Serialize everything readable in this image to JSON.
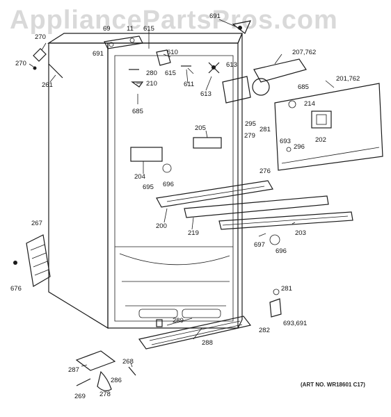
{
  "watermark": "AppliancePartsPros.com",
  "art_no": "(ART NO. WR18601 C17)",
  "labels": [
    {
      "id": "691a",
      "text": "691"
    },
    {
      "id": "270a",
      "text": "270"
    },
    {
      "id": "270b",
      "text": "270"
    },
    {
      "id": "69",
      "text": "69"
    },
    {
      "id": "11",
      "text": "11"
    },
    {
      "id": "615a",
      "text": "615"
    },
    {
      "id": "691b",
      "text": "691"
    },
    {
      "id": "610",
      "text": "610"
    },
    {
      "id": "207",
      "text": "207,762"
    },
    {
      "id": "261",
      "text": "261"
    },
    {
      "id": "280",
      "text": "280"
    },
    {
      "id": "615b",
      "text": "615"
    },
    {
      "id": "613a",
      "text": "613"
    },
    {
      "id": "201",
      "text": "201,762"
    },
    {
      "id": "210",
      "text": "210"
    },
    {
      "id": "611",
      "text": "611"
    },
    {
      "id": "613b",
      "text": "613"
    },
    {
      "id": "685a",
      "text": "685"
    },
    {
      "id": "685b",
      "text": "685"
    },
    {
      "id": "214",
      "text": "214"
    },
    {
      "id": "295",
      "text": "295"
    },
    {
      "id": "281a",
      "text": "281"
    },
    {
      "id": "205",
      "text": "205"
    },
    {
      "id": "279",
      "text": "279"
    },
    {
      "id": "296",
      "text": "296"
    },
    {
      "id": "202",
      "text": "202"
    },
    {
      "id": "693a",
      "text": "693"
    },
    {
      "id": "204",
      "text": "204"
    },
    {
      "id": "276",
      "text": "276"
    },
    {
      "id": "695",
      "text": "695"
    },
    {
      "id": "696a",
      "text": "696"
    },
    {
      "id": "267",
      "text": "267"
    },
    {
      "id": "200",
      "text": "200"
    },
    {
      "id": "219",
      "text": "219"
    },
    {
      "id": "203",
      "text": "203"
    },
    {
      "id": "697",
      "text": "697"
    },
    {
      "id": "696b",
      "text": "696"
    },
    {
      "id": "676",
      "text": "676"
    },
    {
      "id": "281b",
      "text": "281"
    },
    {
      "id": "289",
      "text": "289"
    },
    {
      "id": "282",
      "text": "282"
    },
    {
      "id": "693b",
      "text": "693,691"
    },
    {
      "id": "288",
      "text": "288"
    },
    {
      "id": "287",
      "text": "287"
    },
    {
      "id": "268",
      "text": "268"
    },
    {
      "id": "286",
      "text": "286"
    },
    {
      "id": "269",
      "text": "269"
    },
    {
      "id": "278",
      "text": "278"
    }
  ]
}
